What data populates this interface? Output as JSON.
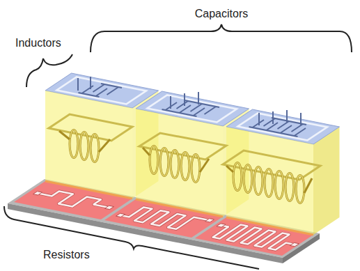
{
  "diagram": {
    "labels": [
      "Capacitors",
      "Inductors",
      "Resistors"
    ]
  }
}
